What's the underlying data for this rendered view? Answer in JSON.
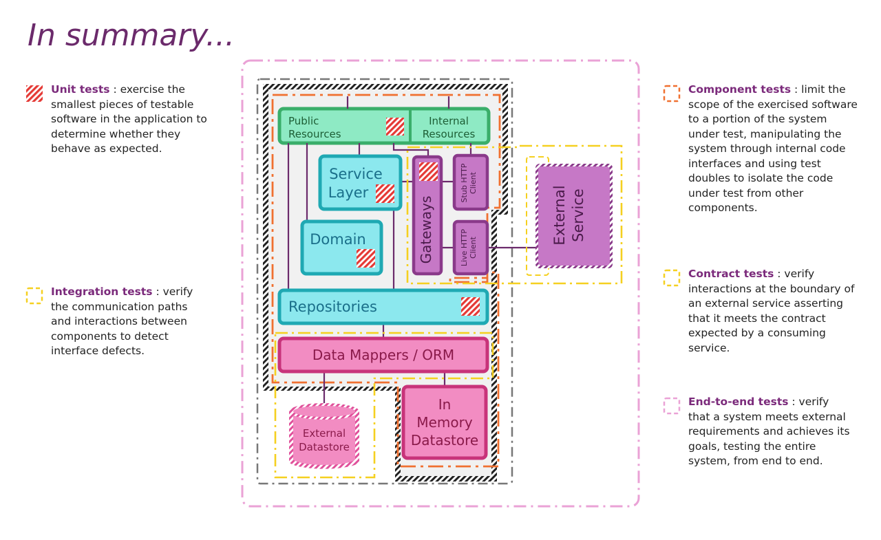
{
  "title": "In summary...",
  "legend": {
    "unit": {
      "term": "Unit tests",
      "desc": " : exercise the smallest pieces of testable software in the application to determine whether they behave as expected."
    },
    "integration": {
      "term": "Integration tests",
      "desc": " : verify the communication paths and interactions between components to detect interface defects."
    },
    "component": {
      "term": "Component tests",
      "desc": " : limit the scope of the exercised software to a portion of the system under test, manipulating the system through internal code interfaces and using test doubles to isolate the code under test from other components."
    },
    "contract": {
      "term": "Contract tests",
      "desc": " : verify interactions at the boundary of an external service asserting that it meets the contract expected by a consuming service."
    },
    "e2e": {
      "term": "End-to-end tests",
      "desc": " : verify that a system meets external requirements and achieves its goals, testing the entire system, from end to end."
    }
  },
  "diagram": {
    "public_resources": [
      "Public",
      "Resources"
    ],
    "internal_resources": [
      "Internal",
      "Resources"
    ],
    "service_layer": [
      "Service",
      "Layer"
    ],
    "domain": "Domain",
    "gateways": "Gateways",
    "stub_http_client": [
      "Stub HTTP",
      "Client"
    ],
    "live_http_client": [
      "Live HTTP",
      "Client"
    ],
    "external_service": [
      "External",
      "Service"
    ],
    "repositories": "Repositories",
    "data_mappers": "Data Mappers / ORM",
    "in_memory_datastore": [
      "In",
      "Memory",
      "Datastore"
    ],
    "external_datastore": [
      "External",
      "Datastore"
    ]
  },
  "colors": {
    "title": "#6b2a6b",
    "term": "#7b2a7b",
    "green_fill": "#8eeac4",
    "green_stroke": "#3aae6a",
    "cyan_fill": "#8ce8ee",
    "cyan_stroke": "#1fa9b3",
    "purple_fill": "#c678c6",
    "purple_stroke": "#8a3a8a",
    "pink_fill": "#f28cc2",
    "pink_stroke": "#c8337a",
    "unit_red": "#e53935",
    "component_orange": "#f07030",
    "contract_yellow": "#f5d020",
    "e2e_pink": "#eaa2d6"
  }
}
